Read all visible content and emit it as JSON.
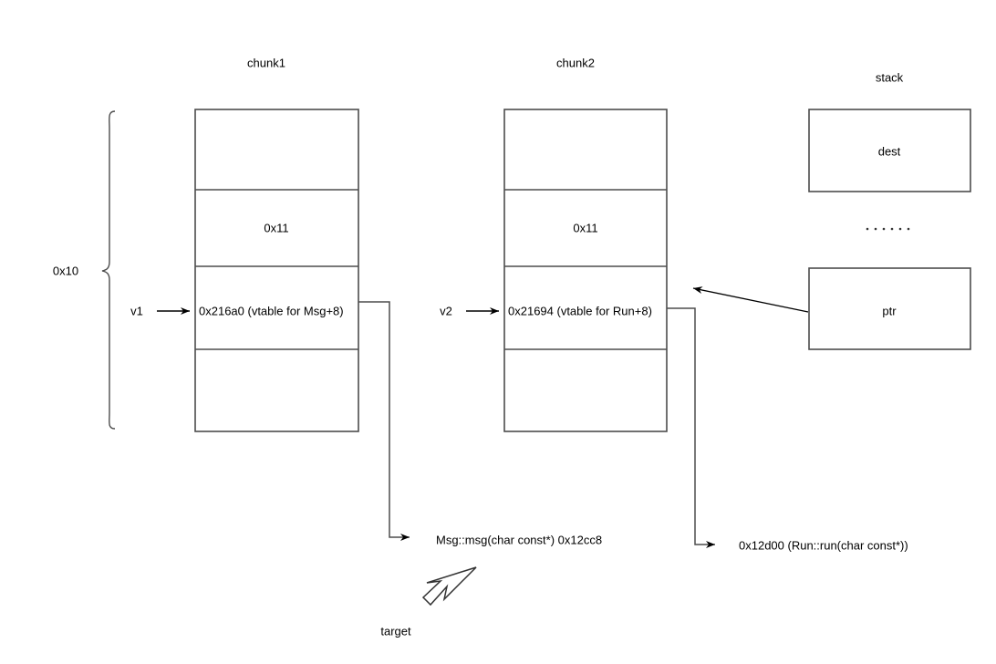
{
  "diagram": {
    "title_chunk1": "chunk1",
    "title_chunk2": "chunk2",
    "title_stack": "stack",
    "size_brace_label": "0x10",
    "pointer_v1": "v1",
    "pointer_v2": "v2",
    "chunk1": {
      "rows": [
        {
          "text": ""
        },
        {
          "text": "0x11"
        },
        {
          "text": "0x216a0 (vtable for Msg+8)"
        },
        {
          "text": ""
        }
      ]
    },
    "chunk2": {
      "rows": [
        {
          "text": ""
        },
        {
          "text": "0x11"
        },
        {
          "text": "0x21694 (vtable for Run+8)"
        },
        {
          "text": ""
        }
      ]
    },
    "stack": {
      "dest_label": "dest",
      "ellipsis": "· · · · · ·",
      "ptr_label": "ptr"
    },
    "targets": {
      "msg_func": "Msg::msg(char const*) 0x12cc8",
      "run_func": "0x12d00 (Run::run(char const*))",
      "cursor_label": "target"
    },
    "colors": {
      "stroke": "#4d4d4d",
      "arrow": "#000000",
      "text": "#000000",
      "background": "#ffffff"
    }
  }
}
